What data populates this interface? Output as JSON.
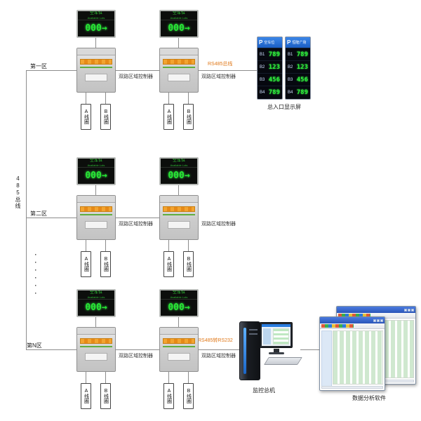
{
  "bus": {
    "label": "485总线"
  },
  "zones": {
    "z1": "第一区",
    "z2": "第二区",
    "zn": "第N区"
  },
  "misc": {
    "ellipsis": "······"
  },
  "sign": {
    "header": "空车位",
    "subheader": "Available Lots",
    "value": "000→"
  },
  "controller": {
    "label": "双路区域控制器"
  },
  "coils": {
    "a": "A线圈",
    "b": "B线圈"
  },
  "links": {
    "rs485": "RS485总线",
    "rs232": "RS485转RS232"
  },
  "entrance": {
    "label": "总入口显示屏",
    "panels": [
      {
        "brand": "P",
        "title": "空车位",
        "rows": [
          {
            "label": "B1",
            "value": "789"
          },
          {
            "label": "B2",
            "value": "123"
          },
          {
            "label": "B3",
            "value": "456"
          },
          {
            "label": "B4",
            "value": "789"
          }
        ]
      },
      {
        "brand": "P",
        "title": "恒隆广场",
        "rows": [
          {
            "label": "B1",
            "value": "789"
          },
          {
            "label": "B2",
            "value": "123"
          },
          {
            "label": "B3",
            "value": "456"
          },
          {
            "label": "B4",
            "value": "789"
          }
        ]
      }
    ]
  },
  "computer": {
    "label": "监控总机"
  },
  "software": {
    "label": "数据分析软件"
  },
  "colors": {
    "led_green": "#27e834",
    "panel_blue": "#2a6fd4",
    "stripe_orange": "#e8941f",
    "wire_gray": "#8c8c8c",
    "link_label_orange": "#e07818"
  }
}
